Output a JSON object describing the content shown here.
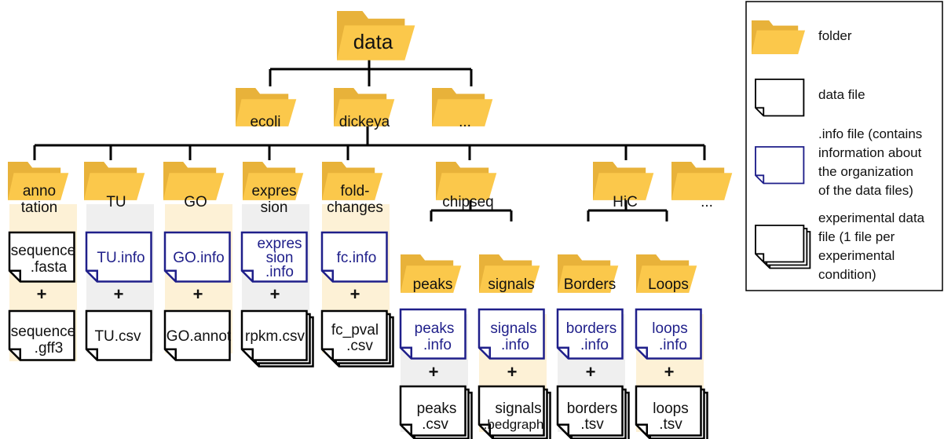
{
  "root": "data",
  "organisms": [
    "ecoli",
    "dickeya",
    "..."
  ],
  "categories": {
    "annotation": [
      "anno",
      "tation"
    ],
    "tu": "TU",
    "go": "GO",
    "expression": [
      "expres",
      "sion"
    ],
    "foldchanges": [
      "fold-",
      "changes"
    ],
    "chipseq": "chipseq",
    "hic": "HiC",
    "more": "..."
  },
  "subfolders": {
    "peaks": "peaks",
    "signals": "signals",
    "borders": "Borders",
    "loops": "Loops"
  },
  "files": {
    "seq_fasta": [
      "sequence",
      ".fasta"
    ],
    "seq_gff3": [
      "sequence",
      ".gff3"
    ],
    "tu_info": "TU.info",
    "tu_csv": "TU.csv",
    "go_info": "GO.info",
    "go_annot": "GO.annot",
    "expr_info": [
      "expres",
      "sion",
      ".info"
    ],
    "rpkm_csv": "rpkm.csv",
    "fc_info": "fc.info",
    "fc_pval": [
      "fc_pval",
      ".csv"
    ],
    "peaks_info": [
      "peaks",
      ".info"
    ],
    "peaks_csv": [
      "peaks",
      ".csv"
    ],
    "signals_info": [
      "signals",
      ".info"
    ],
    "signals_bedgraph": [
      "signals",
      ".bedgraph"
    ],
    "borders_info": [
      "borders",
      ".info"
    ],
    "borders_tsv": [
      "borders",
      ".tsv"
    ],
    "loops_info": [
      "loops",
      ".info"
    ],
    "loops_tsv": [
      "loops",
      ".tsv"
    ]
  },
  "plus": "+",
  "legend": {
    "folder": "folder",
    "data_file": "data file",
    "info_file": [
      ".info file (contains",
      "information about",
      "the organization",
      "of the data files)"
    ],
    "experimental_file": [
      "experimental data",
      "file (1 file per",
      "experimental",
      "condition)"
    ]
  },
  "colors": {
    "folder_back": "#e8b23a",
    "folder_front": "#fbc84b",
    "info_text": "#1f1f8a",
    "cream_bg": "#fdf1d6",
    "grey_bg": "#efefef"
  }
}
